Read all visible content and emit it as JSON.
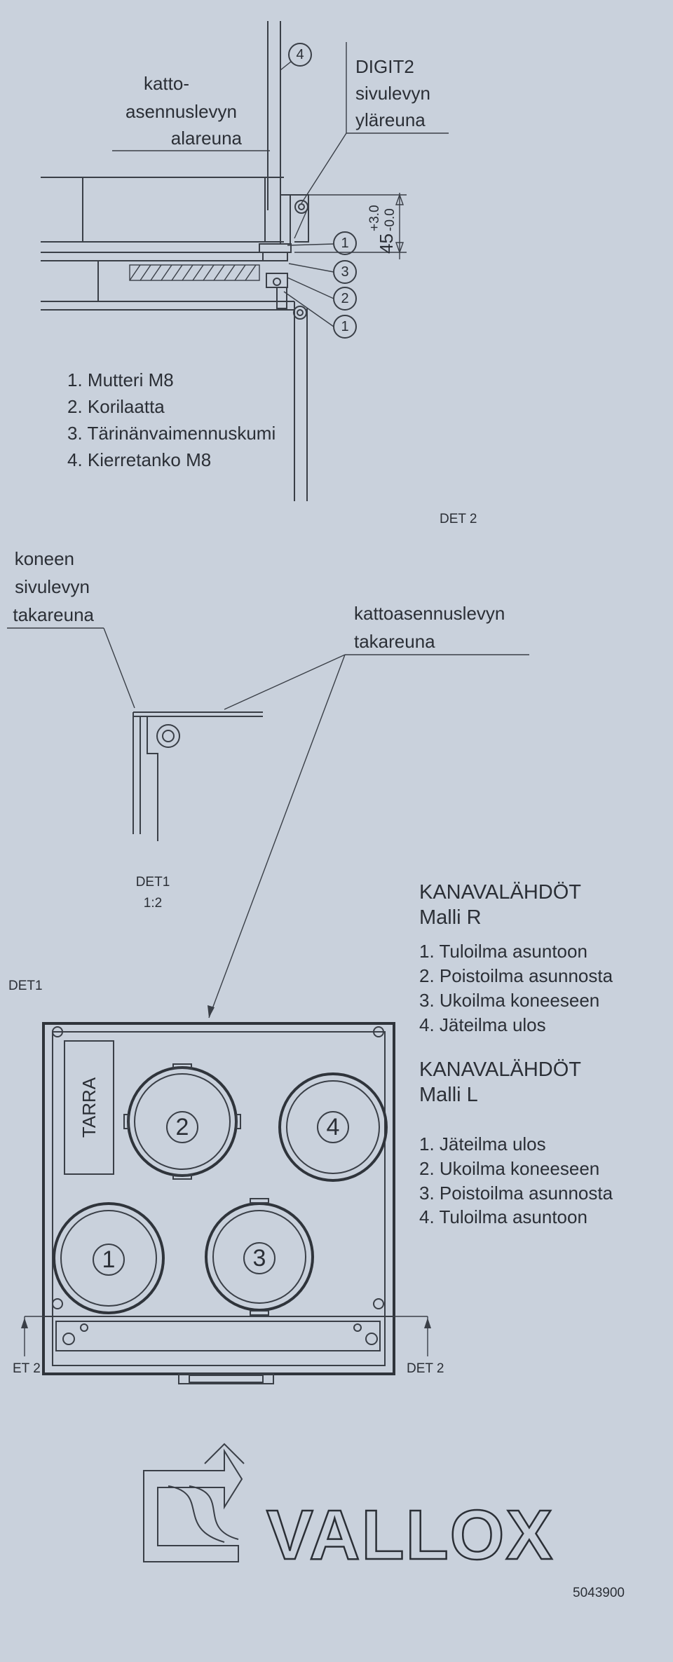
{
  "det2_labels": {
    "ceiling_plate_lower_edge": [
      "katto-",
      "asennuslevyn",
      "alareuna"
    ],
    "digit2_side_plate_upper_edge": [
      "DIGIT2",
      "sivulevyn",
      "yläreuna"
    ],
    "dimension_value": "45",
    "dimension_tolerance_plus": "+3.0",
    "dimension_tolerance_minus": "-0.0",
    "callout_top": "4",
    "callouts_right": [
      "1",
      "3",
      "2",
      "1"
    ]
  },
  "parts_list": [
    "1. Mutteri M8",
    "2. Korilaatta",
    "3. Tärinänvaimennuskumi",
    "4. Kierretanko M8"
  ],
  "det2_caption": "DET 2",
  "det1_labels": {
    "machine_side_plate_rear_edge": [
      "koneen",
      "sivulevyn",
      "takareuna"
    ],
    "ceiling_plate_rear_edge": [
      "kattoasennuslevyn",
      "takareuna"
    ],
    "caption": "DET1",
    "scale": "1:2"
  },
  "left_edge_label": "DET1",
  "model_r": {
    "title": "KANAVALÄHDÖT",
    "subtitle": "Malli R",
    "items": [
      "1. Tuloilma asuntoon",
      "2. Poistoilma asunnosta",
      "3. Ukoilma koneeseen",
      "4. Jäteilma ulos"
    ]
  },
  "model_l": {
    "title": "KANAVALÄHDÖT",
    "subtitle": "Malli L",
    "items": [
      "1. Jäteilma ulos",
      "2. Ukoilma koneeseen",
      "3. Poistoilma asunnosta",
      "4. Tuloilma asuntoon"
    ]
  },
  "unit_view": {
    "label_tag": "TARRA",
    "ports": [
      "1",
      "2",
      "3",
      "4"
    ],
    "det2_left": "ET 2",
    "det2_right": "DET 2"
  },
  "brand": {
    "name": "VALLOX",
    "logo_icon": "vallox-logo-icon"
  },
  "part_number": "5043900",
  "colors": {
    "paper": "#c9d1dc",
    "ink": "#2b2f36"
  }
}
